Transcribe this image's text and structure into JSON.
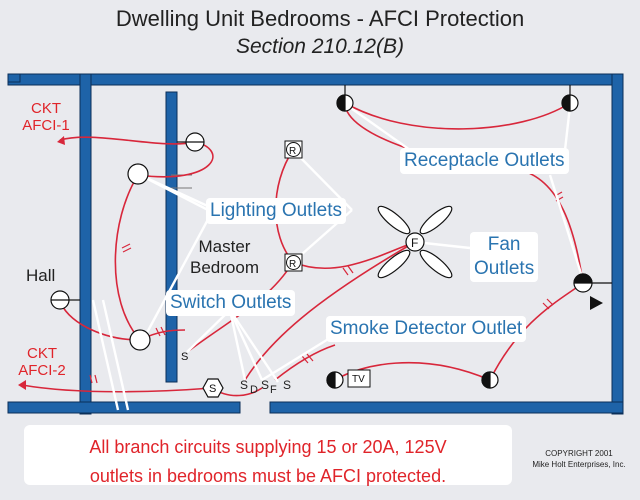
{
  "title": "Dwelling Unit Bedrooms - AFCI Protection",
  "subtitle": "Section 210.12(B)",
  "room_label": [
    "Master",
    "Bedroom"
  ],
  "hall_label": "Hall",
  "circuits": {
    "afci1": [
      "CKT",
      "AFCI-1"
    ],
    "afci2": [
      "CKT",
      "AFCI-2"
    ]
  },
  "callouts": {
    "receptacle": "Receptacle Outlets",
    "lighting": "Lighting Outlets",
    "fan": [
      "Fan",
      "Outlets"
    ],
    "switch": "Switch Outlets",
    "smoke": "Smoke Detector Outlet"
  },
  "symbols": {
    "recessed": "R",
    "fan": "F",
    "tv": "TV",
    "switch": "S",
    "smoke": "S",
    "switch_d": "S",
    "switch_d_sub": "D",
    "switch_f": "S",
    "switch_f_sub": "F",
    "switch_last": "S"
  },
  "notice": [
    "All branch circuits supplying 15 or 20A, 125V",
    "outlets in bedrooms must be AFCI protected."
  ],
  "copyright": [
    "COPYRIGHT 2001",
    "Mike Holt Enterprises, Inc."
  ],
  "colors": {
    "wall": "#1e63a8",
    "wire": "#d8273b",
    "callout_text": "#2a74b0",
    "warning_text": "#e0242a",
    "background": "#e9eaee"
  }
}
